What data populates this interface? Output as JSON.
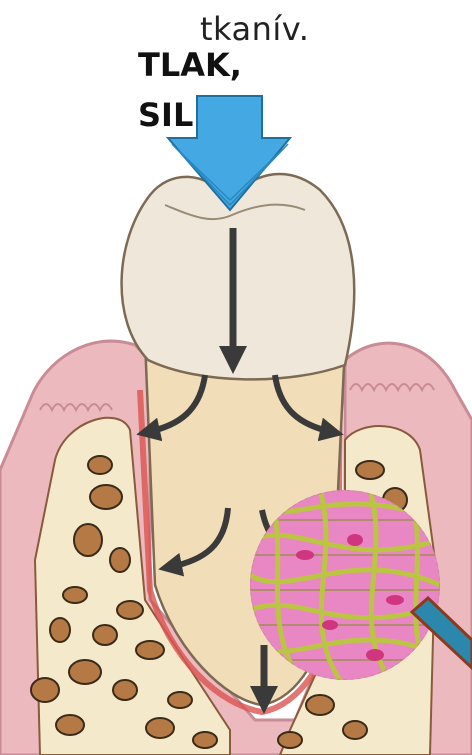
{
  "text": {
    "line1": "tkanív.",
    "line2": "TLAK,",
    "line3": "SIL"
  },
  "colors": {
    "gum": "#ecb9bf",
    "gum_edge": "#c98c96",
    "crown": "#efe8da",
    "root": "#f1ddb7",
    "bone": "#f4eacb",
    "bone_spot": "#b57945",
    "arrow_dark": "#3a3a3a",
    "arrow_blue": "#44a9e2",
    "ligament_pink": "#e986c4",
    "ligament_fiber": "#b9c83d",
    "pointer_blue": "#2b87ab",
    "pointer_edge": "#8b3a1e"
  },
  "icons": {
    "force_arrow": "down-arrow-icon",
    "spread_arrows": "curved-arrow-icon"
  }
}
